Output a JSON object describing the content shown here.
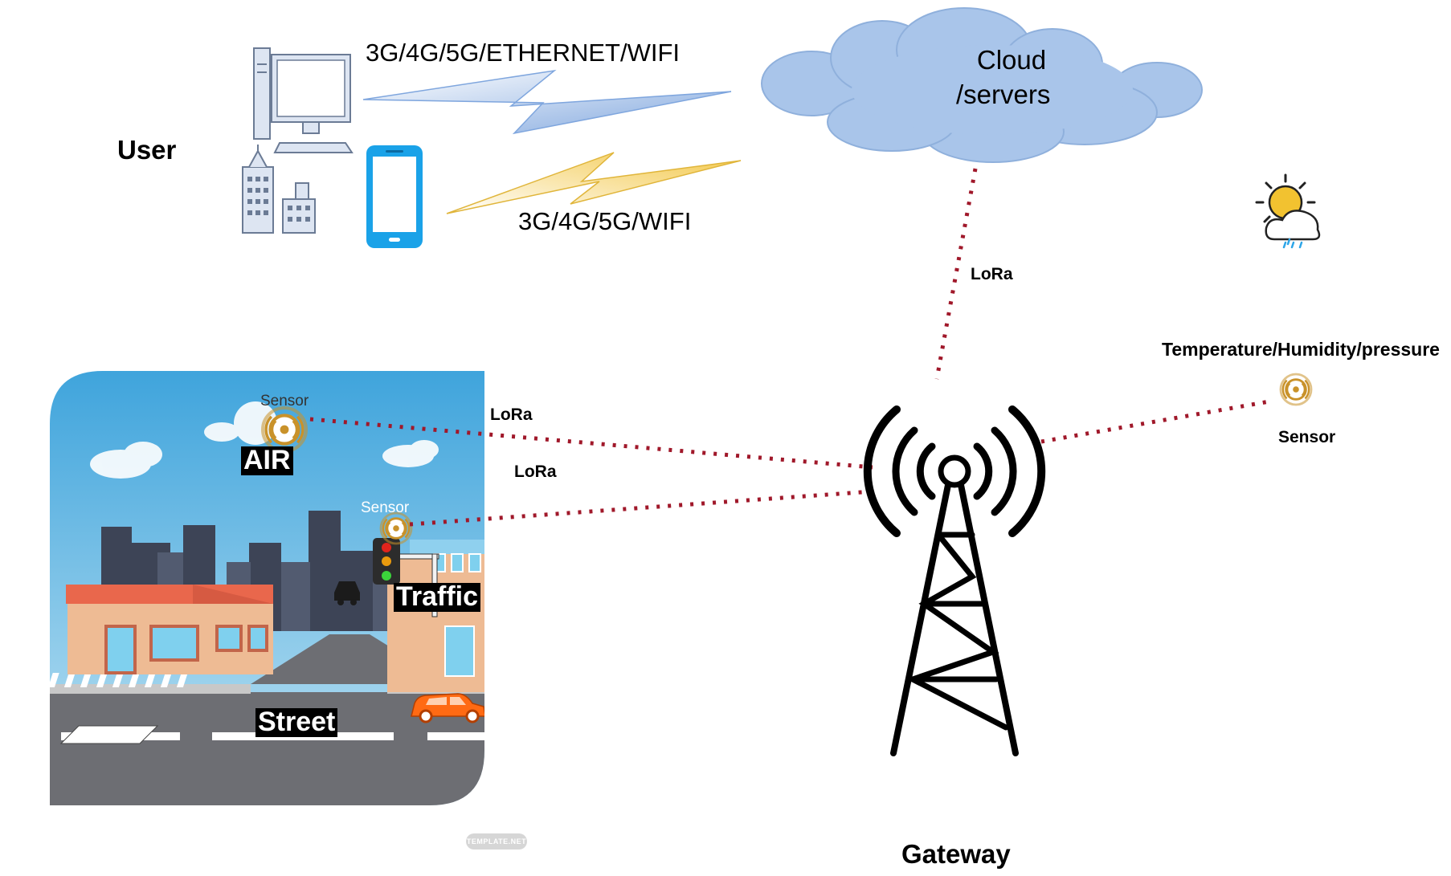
{
  "user": {
    "label": "User"
  },
  "links": {
    "wired": "3G/4G/5G/ETHERNET/WIFI",
    "mobile": "3G/4G/5G/WIFI",
    "lora_cloud": "LoRa",
    "lora_air": "LoRa",
    "lora_traffic": "LoRa"
  },
  "cloud": {
    "line1": "Cloud",
    "line2": "/servers"
  },
  "gateway": {
    "label": "Gateway"
  },
  "weather_station": {
    "label": "Temperature/Humidity/pressure",
    "sensor_label": "Sensor"
  },
  "city": {
    "air_tag": "AIR",
    "air_sensor": "Sensor",
    "traffic_tag": "Traffic",
    "traffic_sensor": "Sensor",
    "street_tag": "Street"
  },
  "watermark": "TEMPLATE.NET",
  "colors": {
    "lora_dots": "#a0182a",
    "sensor_gold": "#c9922a",
    "cloud_fill": "#a9c5ea",
    "phone_blue": "#1aa2e8",
    "bolt_blue": "#9ec0ea",
    "bolt_yellow": "#f6d36a"
  }
}
